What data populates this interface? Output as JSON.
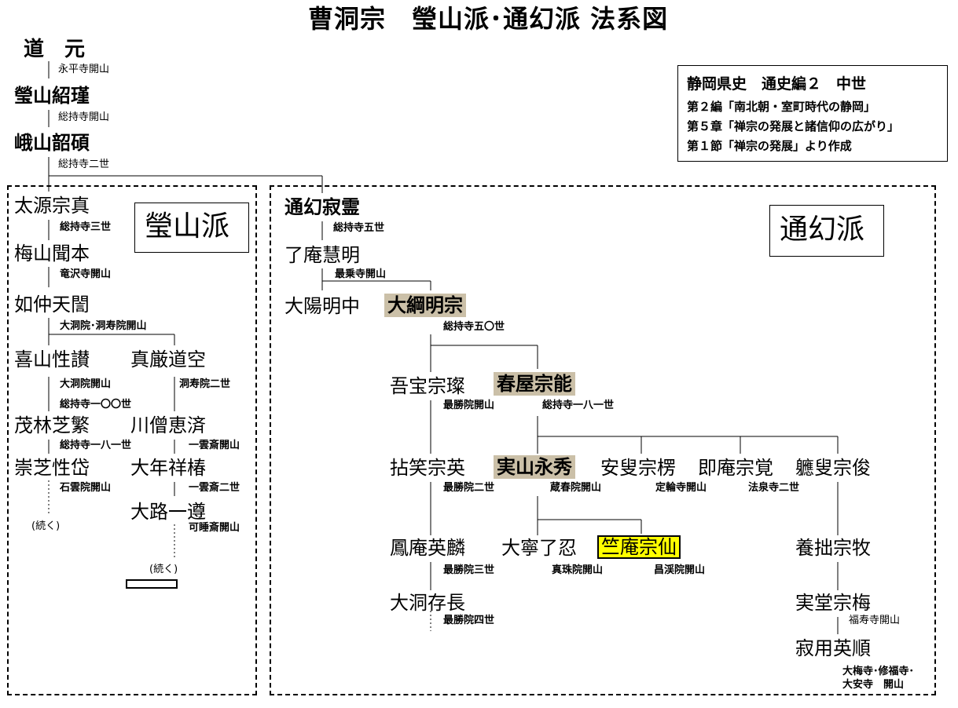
{
  "title": "曹洞宗　瑩山派･通幻派 法系図",
  "source": {
    "line1": "静岡県史　通史編２　中世",
    "line2": "第２編「南北朝・室町時代の静岡」",
    "line3": "第５章「禅宗の発展と諸信仰の広がり」",
    "line4": "第１節「禅宗の発展」より作成"
  },
  "groups": {
    "keizan": "瑩山派",
    "tsugen": "通幻派"
  },
  "continued": "(続く)",
  "monks": {
    "dogen": {
      "name": "道　元",
      "note": "永平寺開山"
    },
    "keizan": {
      "name": "瑩山紹瑾",
      "note": "総持寺開山"
    },
    "gasan": {
      "name": "峨山韶碩",
      "note": "総持寺二世"
    },
    "taigen": {
      "name": "太源宗真",
      "note": "総持寺三世"
    },
    "baisan": {
      "name": "梅山聞本",
      "note": "竜沢寺開山"
    },
    "jochu": {
      "name": "如仲天誾",
      "note": "大洞院･洞寿院開山"
    },
    "kisan": {
      "name": "喜山性讃",
      "note": "大洞院開山",
      "note2": "総持寺一〇〇世"
    },
    "shingon": {
      "name": "真厳道空",
      "note": "洞寿院二世"
    },
    "morin": {
      "name": "茂林芝繁",
      "note": "総持寺一八一世"
    },
    "sensou": {
      "name": "川僧恵済",
      "note": "一雲斎開山"
    },
    "sushi": {
      "name": "崇芝性岱",
      "note": "石雲院開山"
    },
    "dainen": {
      "name": "大年祥椿",
      "note": "一雲斎二世"
    },
    "dairo": {
      "name": "大路一遵",
      "note": "可睡斎開山"
    },
    "tsugen": {
      "name": "通幻寂霊",
      "note": "総持寺五世"
    },
    "ryoan": {
      "name": "了庵慧明",
      "note": "最乗寺開山"
    },
    "taiyo": {
      "name": "大陽明中"
    },
    "daiko": {
      "name": "大綱明宗",
      "note": "総持寺五〇世"
    },
    "goho": {
      "name": "吾宝宗璨",
      "note": "最勝院開山"
    },
    "shunoku": {
      "name": "春屋宗能",
      "note": "総持寺一八一世"
    },
    "nensho": {
      "name": "拈笑宗英",
      "note": "最勝院二世"
    },
    "jitsuzan": {
      "name": "実山永秀",
      "note": "蔵春院開山"
    },
    "ansou": {
      "name": "安叟宗楞",
      "note": "定輪寺開山"
    },
    "sokuan": {
      "name": "即庵宗覚",
      "note": "法泉寺二世"
    },
    "gesou": {
      "name": "軈叟宗俊"
    },
    "houan": {
      "name": "鳳庵英麟",
      "note": "最勝院三世"
    },
    "dainei": {
      "name": "大寧了忍",
      "note": "真珠院開山"
    },
    "chikuan": {
      "name": "竺庵宗仙",
      "note": "昌渓院開山"
    },
    "yosetsu": {
      "name": "養拙宗牧"
    },
    "daito": {
      "name": "大洞存長",
      "note": "最勝院四世"
    },
    "jitsudo": {
      "name": "実堂宗梅",
      "note": "福寿寺開山"
    },
    "jakuyo": {
      "name": "寂用英順",
      "note": "大梅寺･修福寺･",
      "note2": "大安寺　開山"
    }
  }
}
